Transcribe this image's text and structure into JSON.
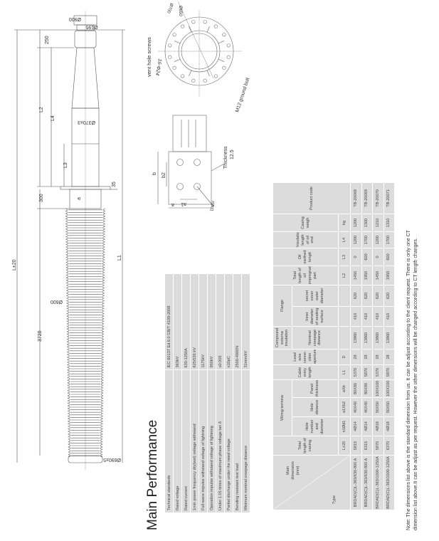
{
  "drawing": {
    "bushing": {
      "d900": "Ø900",
      "d195": "Ø195",
      "dim250": "250",
      "L2": "L2",
      "L4": "L4",
      "d370": "Ø370±3",
      "L3": "L3",
      "dim300": "300",
      "dim35": "35",
      "a": "a",
      "dim3720": "3720",
      "d600": "Ø600",
      "L1": "L1",
      "Ltotal": "L±20",
      "d690": "Ø690±5"
    },
    "flange": {
      "d700": "Ø700",
      "d650": "Ø650",
      "vent": "vent hole screws",
      "holes": "16-Φ24",
      "bolt": "M12 ground bolt"
    },
    "terminal": {
      "b": "b",
      "b2": "b2",
      "a": "a",
      "a1": "a1",
      "nd1": "nØd1",
      "thickness": "Thickness",
      "thickness_val": "12.5"
    }
  },
  "performance": {
    "title": "Main Performance",
    "rows": [
      {
        "label": "Technical standards",
        "value": "IEC 60137 Ed.6.0 GB/T 4109-2008"
      },
      {
        "label": "Rated voltage",
        "value": "363kV"
      },
      {
        "label": "Rated current",
        "value": "630-1250A"
      },
      {
        "label": "1min power frequency dry(wet) voltage withstand",
        "value": "625/535 kV"
      },
      {
        "label": "Full-wave impulse withstand voltage of lightning",
        "value": "1175kV"
      },
      {
        "label": "Operation impulse withstand voltage of lightning",
        "value": "950kV"
      },
      {
        "label": "Under 1.05 times of maximum phase voltage tan δ",
        "value": "≤0.005"
      },
      {
        "label": "Partial discharge under the rated voltage",
        "value": "≤10pC"
      },
      {
        "label": "Bending resistant test load",
        "value": "2500-4000N"
      },
      {
        "label": "Minimum nominal creepage distance",
        "value": "31mm/kV"
      }
    ]
  },
  "dimensions": {
    "corner_main": "Main dimension (mm)",
    "corner_type": "Type",
    "groups": {
      "wiring": "Wiring termina",
      "compound": "Compound externa insulation",
      "flange": "Flange"
    },
    "headers": {
      "total_length": "Total length of casing",
      "hole_number": "Hole number and diameter",
      "hole_distance": "Hole distance",
      "panel": "Panel thickness",
      "cable": "Cable entry length",
      "lead": "Lead wire conne-ction aperture",
      "creepage": "Nominal creepage distance",
      "inner": "Inner diameter of sealing surface",
      "secret": "secret cover outer diameter",
      "oil_total": "Total length of oil impregnated part",
      "oil_earthed": "Oil earthed lengtt",
      "insulation": "Insulation length of oil end",
      "weigh": "Casing weigh",
      "code": "Product code"
    },
    "symbols": [
      "L±20",
      "n1Ød1",
      "a1Xb2",
      "aXb",
      "L1",
      "D",
      "",
      "",
      "",
      "L2",
      "L3",
      "L4",
      "kg",
      ""
    ],
    "rows": [
      [
        "BRDAD(C)L-363/630-800 A",
        "5815",
        "4Ø14",
        "40X40",
        "80X80",
        "5370",
        "28",
        "13860",
        "410",
        "620",
        "1450",
        "0",
        "1200",
        "1200",
        "TB-20068"
      ],
      [
        "BRDAD(C)L-363/630-800 A",
        "6315",
        "4Ø14",
        "40X40",
        "80X80",
        "5870",
        "28",
        "13860",
        "410",
        "620",
        "1950",
        "600",
        "1700",
        "1300",
        "TB-20069"
      ],
      [
        "BRDAD(C)L-363/1000-1250A",
        "5870",
        "4Ø18",
        "50X50",
        "100X100",
        "5370",
        "28",
        "13860",
        "410",
        "620",
        "1450",
        "0",
        "1200",
        "1210",
        "TB-20070"
      ],
      [
        "BRDAD(C)L-363/1000-1250A",
        "6370",
        "4Ø18",
        "50X50",
        "100X100",
        "5870",
        "28",
        "13860",
        "410",
        "620",
        "1950",
        "600",
        "1700",
        "1310",
        "TB-20071"
      ]
    ]
  },
  "note": {
    "line1": "Note: The dimensions list above is the standard dimension from us. It can be adjust according to the client request. There is only one CT",
    "line2": "dimension list above.It can be adjust as per request. However the other dimensions will be changed according to CT length changes."
  }
}
